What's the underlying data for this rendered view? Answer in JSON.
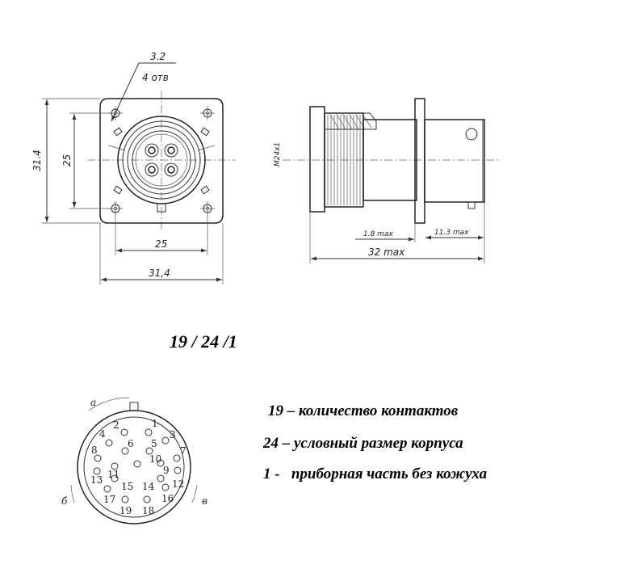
{
  "front_view": {
    "hole_dia": "3.2",
    "hole_count": "4 отв",
    "height_overall": "31.4",
    "height_holes": "25",
    "width_holes": "25",
    "width_overall": "31,4"
  },
  "side_view": {
    "thread": "M24x1",
    "dim_flange": "1.8 max",
    "dim_tail": "11.3 max",
    "dim_total": "32 max"
  },
  "code": "19 / 24 /1",
  "pin_diagram": {
    "pins": [
      "1",
      "2",
      "3",
      "4",
      "5",
      "6",
      "7",
      "8",
      "9",
      "10",
      "11",
      "12",
      "13",
      "14",
      "15",
      "16",
      "17",
      "18",
      "19"
    ],
    "marks": [
      "а",
      "б",
      "в"
    ]
  },
  "legend": [
    "19 – количество контактов",
    "24 – условный размер корпуса",
    "1 -   приборная часть без кожуха"
  ]
}
